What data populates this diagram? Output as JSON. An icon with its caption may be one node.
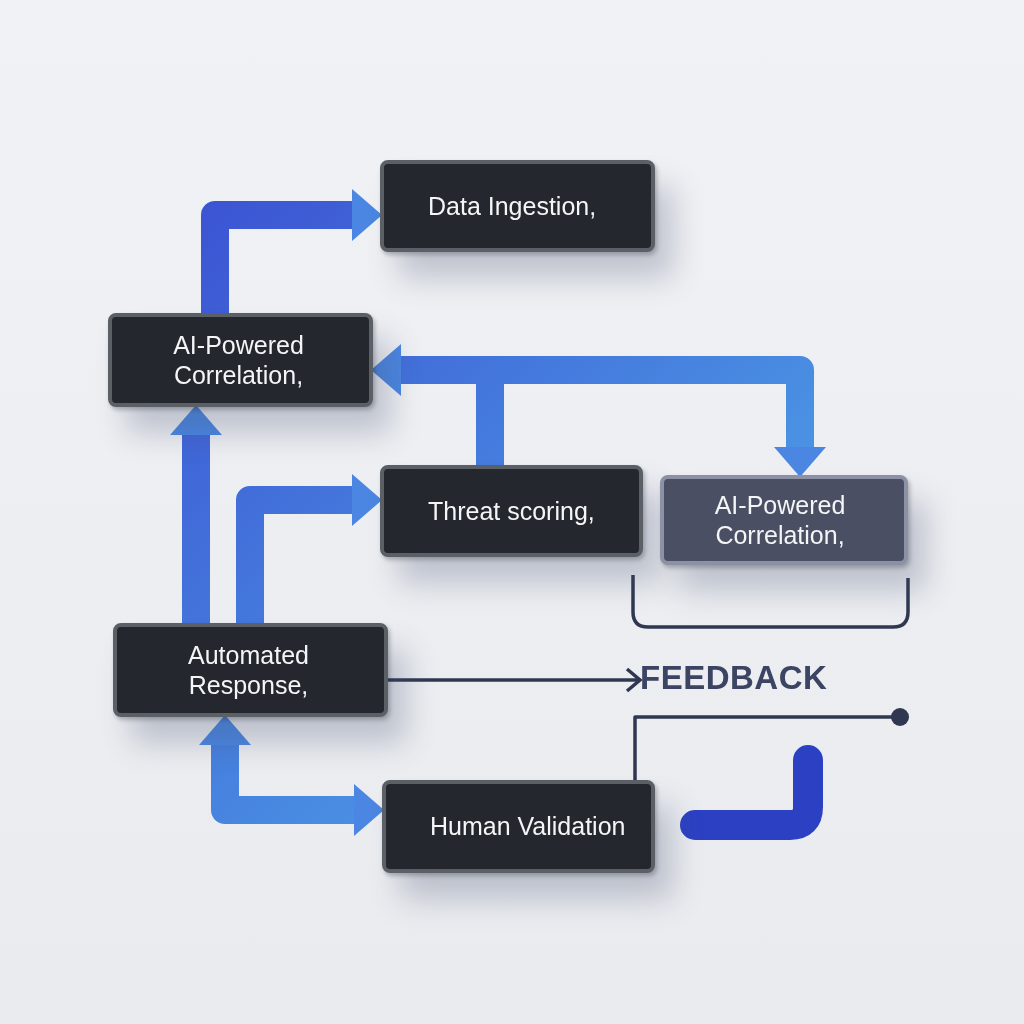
{
  "diagram": {
    "nodes": [
      {
        "text": [
          "Data Ingestion,"
        ]
      },
      {
        "text": [
          "AI-Powered Correlation,"
        ]
      },
      {
        "text": [
          "Threat scoring,"
        ]
      },
      {
        "text": [
          "AI-Powered Correlation,"
        ]
      },
      {
        "text": [
          "Automated Response,"
        ]
      },
      {
        "text": [
          "FEEDBACK"
        ]
      },
      {
        "text": [
          "Human Validation"
        ]
      }
    ],
    "edges": [
      {
        "from": 1,
        "to": 0,
        "arrow": "to",
        "style": "thick"
      },
      {
        "from": 2,
        "to": 1,
        "arrow": "to",
        "style": "thick"
      },
      {
        "from": 2,
        "to": 3,
        "arrow": "to",
        "style": "thick"
      },
      {
        "from": 4,
        "to": 1,
        "arrow": "to",
        "style": "thick"
      },
      {
        "from": 4,
        "to": 2,
        "arrow": "to",
        "style": "thick"
      },
      {
        "from": 4,
        "to": 5,
        "arrow": "to",
        "color": "#2f3850"
      },
      {
        "from": 4,
        "to": 6,
        "arrow": "both",
        "style": "thick"
      },
      {
        "from": 6,
        "to": null,
        "arrow": "other",
        "color": "#2f3850"
      }
    ]
  }
}
